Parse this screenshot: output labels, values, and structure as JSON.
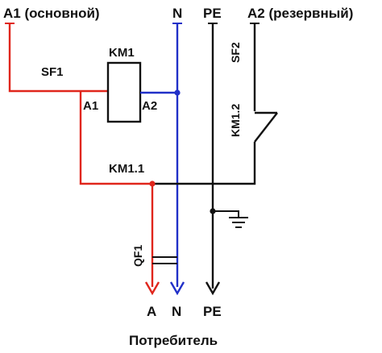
{
  "colors": {
    "phase_main": "#e0261c",
    "neutral": "#2130c8",
    "pe": "#111111",
    "reserve": "#111111",
    "background": "#ffffff"
  },
  "labels": {
    "a1_source": "A1 (основной)",
    "n_top": "N",
    "pe_top": "PE",
    "a2_source": "A2 (резервный)",
    "sf1": "SF1",
    "km1": "KM1",
    "coil_a1": "A1",
    "coil_a2": "A2",
    "sf2": "SF2",
    "km1_2": "KM1.2",
    "km1_1": "KM1.1",
    "qf1": "QF1",
    "out_a": "A",
    "out_n": "N",
    "out_pe": "PE",
    "consumer": "Потребитель"
  }
}
